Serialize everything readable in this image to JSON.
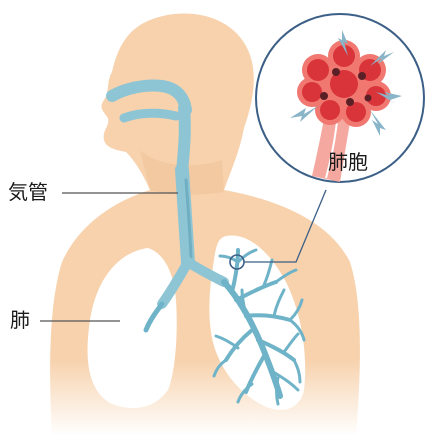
{
  "labels": {
    "trachea": "気管",
    "lung": "肺",
    "alveolus": "肺胞"
  },
  "colors": {
    "skin": "#f7d2ad",
    "skin_shadow": "#eab98c",
    "airway": "#8ec5d4",
    "airway_dark": "#5c9fb5",
    "lung_fill": "#ffffff",
    "circle_border": "#3b5f86",
    "alveolus_outer": "#f07870",
    "alveolus_inner": "#d8343a",
    "alveolus_dot": "#5a2026",
    "vessel": "#f4a8a0",
    "arrow": "#8ab4c8",
    "leader_line": "#555555"
  }
}
